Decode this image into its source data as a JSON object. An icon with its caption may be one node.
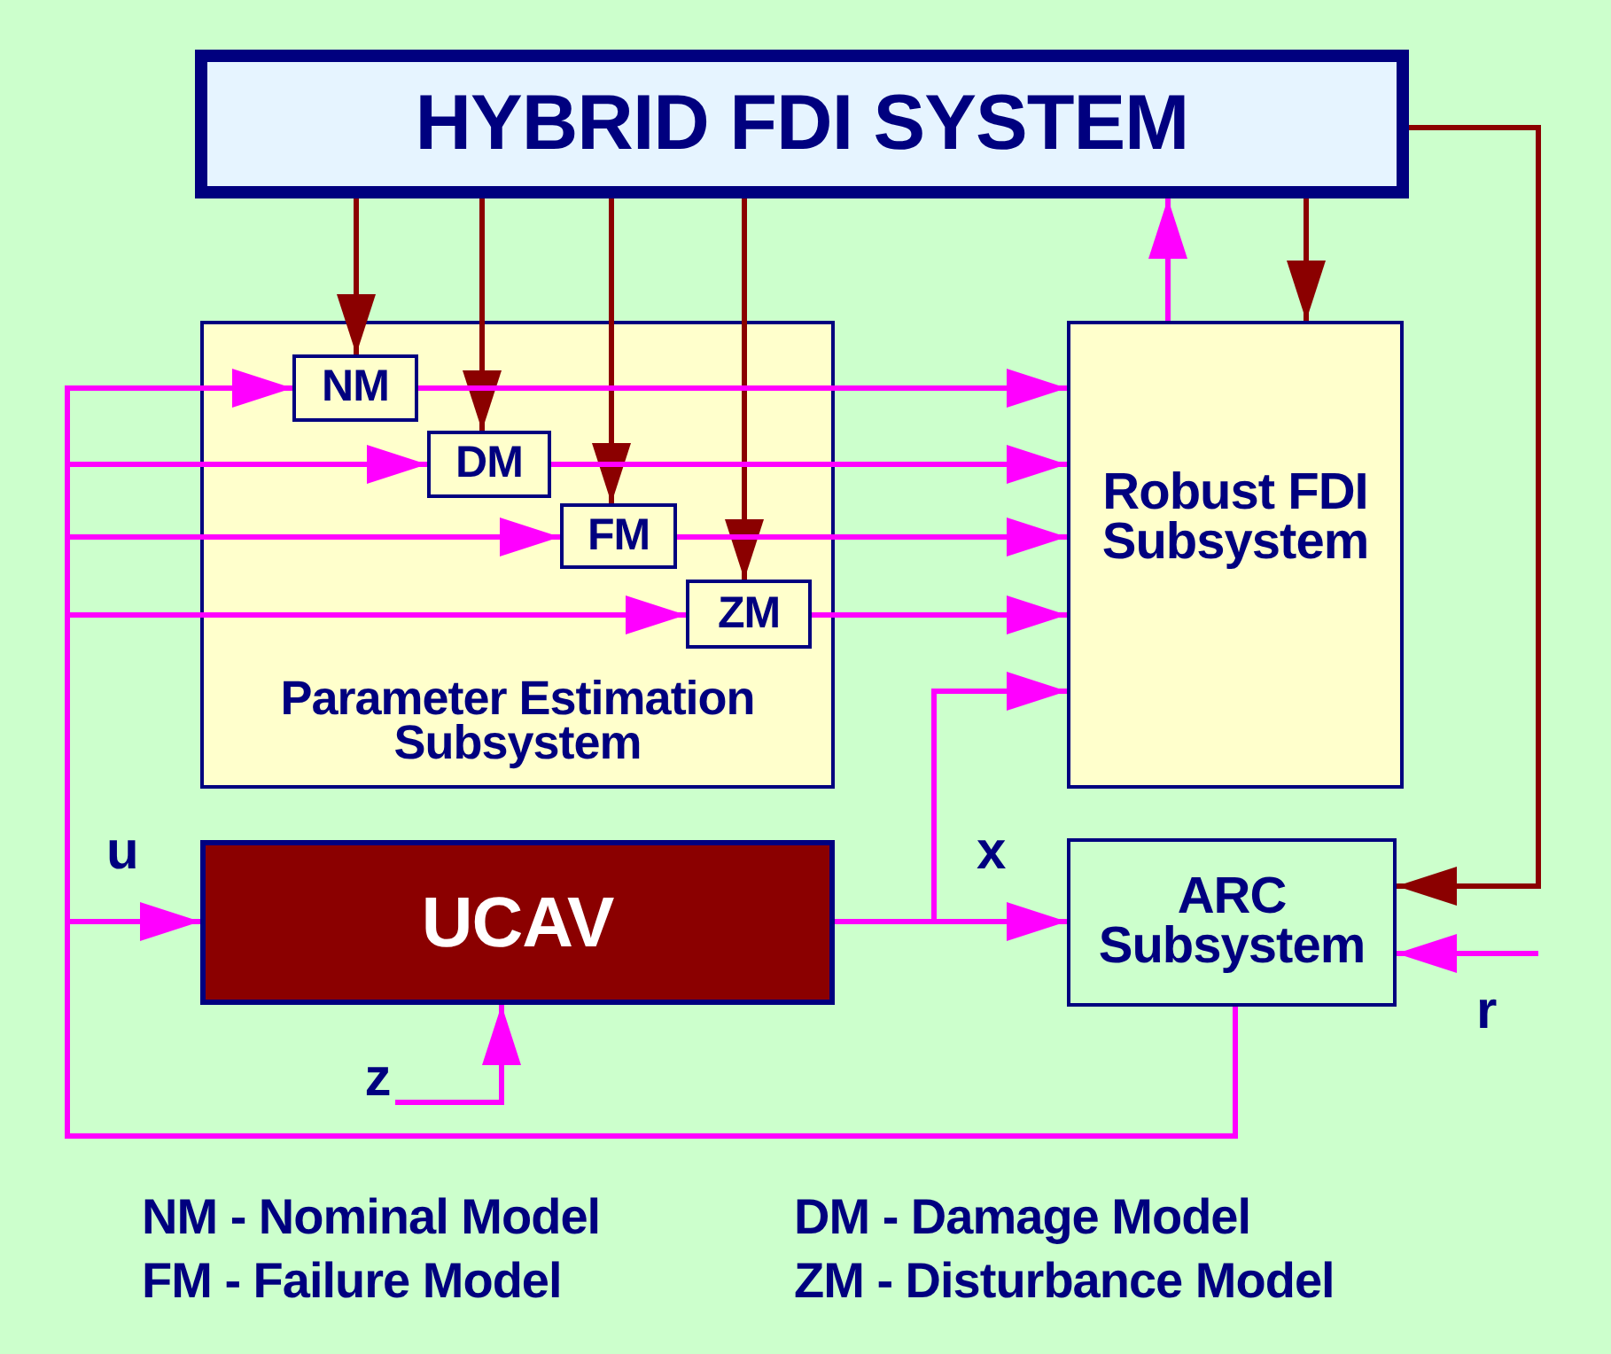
{
  "diagram": {
    "nodes": [
      {
        "text": [
          "HYBRID FDI SYSTEM"
        ]
      },
      {
        "text": [
          "Parameter Estimation Subsystem"
        ]
      },
      {
        "text": [
          "NM"
        ],
        "in": 1
      },
      {
        "text": [
          "DM"
        ],
        "in": 1
      },
      {
        "text": [
          "FM"
        ],
        "in": 1
      },
      {
        "text": [
          "ZM"
        ],
        "in": 1
      },
      {
        "text": [
          "Robust FDI Subsystem"
        ]
      },
      {
        "text": [
          "UCAV"
        ]
      },
      {
        "text": [
          "ARC Subsystem"
        ]
      },
      {
        "text": [
          "z"
        ]
      }
    ],
    "edges": [
      {
        "from": 0,
        "to": 2,
        "arrow": "to",
        "color": "#8b0000"
      },
      {
        "from": 0,
        "to": 3,
        "arrow": "to",
        "color": "#8b0000"
      },
      {
        "from": 0,
        "to": 4,
        "arrow": "to",
        "color": "#8b0000"
      },
      {
        "from": 0,
        "to": 5,
        "arrow": "to",
        "color": "#8b0000"
      },
      {
        "from": 0,
        "to": 6,
        "arrow": "to",
        "color": "#8b0000"
      },
      {
        "from": 6,
        "to": 0,
        "arrow": "to"
      },
      {
        "from": 0,
        "to": 8,
        "arrow": "to",
        "color": "#8b0000"
      },
      {
        "from": 8,
        "to": 7,
        "arrow": "to",
        "label": "u"
      },
      {
        "from": 8,
        "to": 2,
        "arrow": "to"
      },
      {
        "from": 8,
        "to": 3,
        "arrow": "to"
      },
      {
        "from": 8,
        "to": 4,
        "arrow": "to"
      },
      {
        "from": 8,
        "to": 5,
        "arrow": "to"
      },
      {
        "from": 2,
        "to": 6,
        "arrow": "to"
      },
      {
        "from": 3,
        "to": 6,
        "arrow": "to"
      },
      {
        "from": 4,
        "to": 6,
        "arrow": "to"
      },
      {
        "from": 5,
        "to": 6,
        "arrow": "to"
      },
      {
        "from": 7,
        "to": 6,
        "arrow": "to"
      },
      {
        "from": 7,
        "to": 8,
        "arrow": "to",
        "label": "x"
      },
      {
        "from": 9,
        "to": 7,
        "arrow": "to"
      },
      {
        "from": null,
        "to": 8,
        "arrow": "to",
        "label": "r"
      }
    ],
    "labels": [
      "NM - Nominal Model",
      "DM - Damage Model",
      "FM - Failure Model",
      "ZM - Disturbance Model"
    ]
  }
}
